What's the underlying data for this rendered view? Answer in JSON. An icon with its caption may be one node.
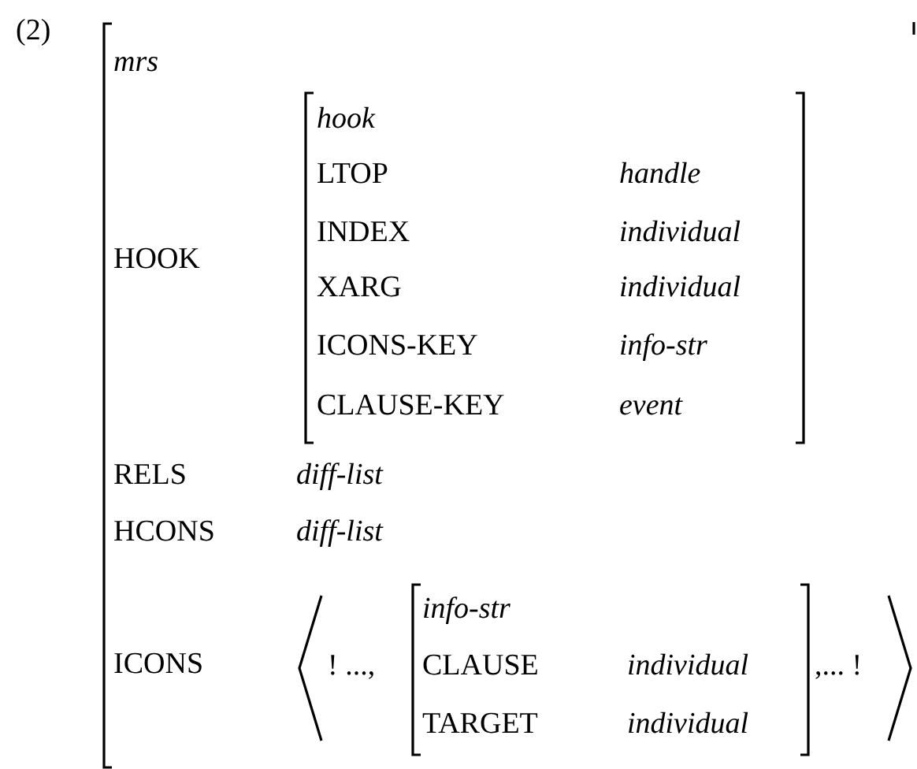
{
  "diagram": {
    "nodes": [
      {
        "text": [
          "mrs",
          "HOOK",
          "RELS",
          "diff-list",
          "HCONS",
          "diff-list",
          "ICONS"
        ]
      },
      {
        "text": [
          "hook",
          "LTOP",
          "handle",
          "INDEX",
          "individual",
          "XARG",
          "individual",
          "ICONS-KEY",
          "info-str",
          "CLAUSE-KEY",
          "event"
        ],
        "in": 0
      },
      {
        "text": [
          "! ...,",
          ",... !"
        ],
        "in": 0
      },
      {
        "text": [
          "info-str",
          "CLAUSE",
          "individual",
          "TARGET",
          "individual"
        ],
        "in": 2
      }
    ],
    "labels": [
      "(2)"
    ]
  }
}
